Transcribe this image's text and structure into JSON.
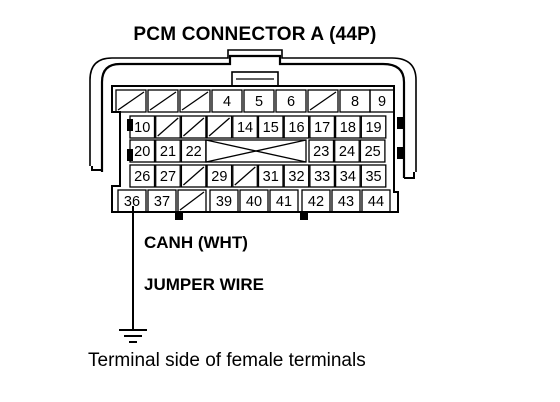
{
  "title": "PCM CONNECTOR A (44P)",
  "wire_color_label": "CANH (WHT)",
  "wire_label": "JUMPER WIRE",
  "caption": "Terminal side of female terminals",
  "terminals": {
    "row1": [
      "",
      "",
      "",
      "4",
      "5",
      "6",
      "",
      "8",
      "9"
    ],
    "row2": [
      "10",
      "",
      "",
      "",
      "14",
      "15",
      "16",
      "17",
      "18",
      "19"
    ],
    "row3_left": [
      "20",
      "21",
      "22"
    ],
    "row3_right": [
      "23",
      "24",
      "25"
    ],
    "row4": [
      "26",
      "27",
      "",
      "29",
      "",
      "31",
      "32",
      "33",
      "34",
      "35"
    ],
    "row5": [
      "36",
      "37",
      "",
      "39",
      "40",
      "41",
      "42",
      "43",
      "44"
    ]
  }
}
